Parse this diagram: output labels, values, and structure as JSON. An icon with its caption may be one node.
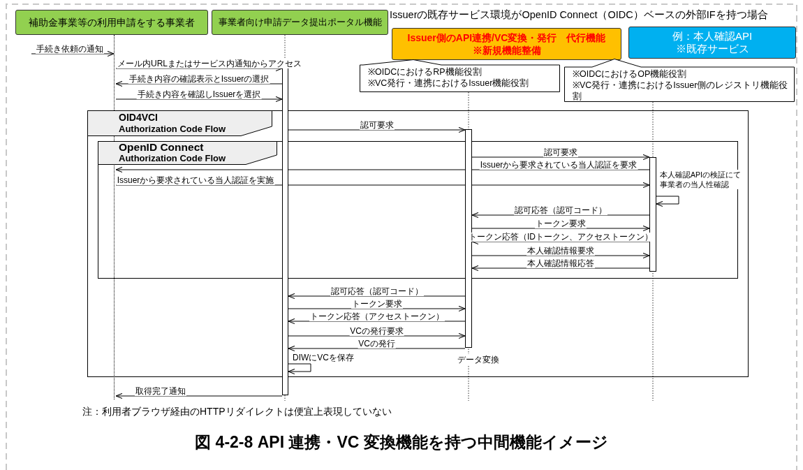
{
  "diagram": {
    "caption": "図 4-2-8 API 連携・VC 変換機能を持つ中間機能イメージ",
    "nodes": [
      {
        "text": [
          "補助金事業等の利用申請をする事業者"
        ]
      },
      {
        "text": [
          "事業者向け申請データ提出ポータル機能"
        ]
      },
      {
        "text": [
          "Issuer側のAPI連携/VC変換・発行　代行機能",
          "※新規機能整備"
        ]
      },
      {
        "text": [
          "例：本人確認API",
          "※既存サービス"
        ]
      },
      {
        "text": [
          "※OIDCにおけるRP機能役割",
          "※VC発行・連携におけるIssuer機能役割"
        ]
      },
      {
        "text": [
          "※OIDCにおけるOP機能役割",
          "※VC発行・連携におけるIssuer側のレジストリ機能役割"
        ]
      },
      {
        "text": [
          "OID4VCI",
          "Authorization Code Flow"
        ]
      },
      {
        "text": [
          "OpenID Connect",
          "Authorization Code Flow"
        ],
        "in": 6
      },
      {
        "text": [],
        "shape": "line"
      },
      {
        "text": [],
        "shape": "bar"
      },
      {
        "text": [],
        "shape": "bar",
        "in": 6
      },
      {
        "text": [],
        "shape": "bar",
        "in": 7
      }
    ],
    "edges": [
      {
        "from": null,
        "to": 8,
        "arrow": "to",
        "label": "手続き依頼の通知"
      },
      {
        "from": 8,
        "to": 9,
        "arrow": "to",
        "label": "メール内URLまたはサービス内通知からアクセス"
      },
      {
        "from": 9,
        "to": 8,
        "arrow": "to",
        "label": "手続き内容の確認表示とIssuerの選択"
      },
      {
        "from": 8,
        "to": 9,
        "arrow": "to",
        "label": "手続き内容を確認しIssuerを選択"
      },
      {
        "from": 9,
        "to": 10,
        "arrow": "to",
        "label": "認可要求"
      },
      {
        "from": 10,
        "to": 11,
        "arrow": "to",
        "label": "認可要求"
      },
      {
        "from": 11,
        "to": 8,
        "arrow": "to",
        "label": "Issuerから要求されている当人認証を要求"
      },
      {
        "from": 8,
        "to": 11,
        "arrow": "to",
        "label": "Issuerから要求されている当人認証を実施"
      },
      {
        "from": 11,
        "to": 11,
        "arrow": "to",
        "label": "本人確認APIの検証にて事業者の当人性確認"
      },
      {
        "from": 11,
        "to": 10,
        "arrow": "to",
        "label": "認可応答（認可コード）"
      },
      {
        "from": 10,
        "to": 11,
        "arrow": "to",
        "label": "トークン要求"
      },
      {
        "from": 11,
        "to": 10,
        "arrow": "to",
        "label": "トークン応答（IDトークン、アクセストークン）"
      },
      {
        "from": 10,
        "to": 11,
        "arrow": "to",
        "label": "本人確認情報要求"
      },
      {
        "from": 11,
        "to": 10,
        "arrow": "to",
        "label": "本人確認情報応答"
      },
      {
        "from": 10,
        "to": 9,
        "arrow": "to",
        "label": "認可応答（認可コード）"
      },
      {
        "from": 9,
        "to": 10,
        "arrow": "to",
        "label": "トークン要求"
      },
      {
        "from": 10,
        "to": 9,
        "arrow": "to",
        "label": "トークン応答（アクセストークン）"
      },
      {
        "from": 9,
        "to": 10,
        "arrow": "to",
        "label": "VCの発行要求"
      },
      {
        "from": 10,
        "to": 9,
        "arrow": "to",
        "label": "VCの発行"
      },
      {
        "from": 9,
        "to": 9,
        "arrow": "to",
        "label": "DIWにVCを保存"
      },
      {
        "from": 9,
        "to": 8,
        "arrow": "to",
        "label": "取得完了通知"
      },
      {
        "from": 1,
        "to": 9,
        "arrow": "none",
        "style": "dashed"
      }
    ],
    "labels": [
      "Issuerの既存サービス環境がOpenID Connect（OIDC）ベースの外部IFを持つ場合",
      "データ変換",
      "注：利用者ブラウザ経由のHTTPリダイレクトは便宜上表現していない"
    ]
  }
}
